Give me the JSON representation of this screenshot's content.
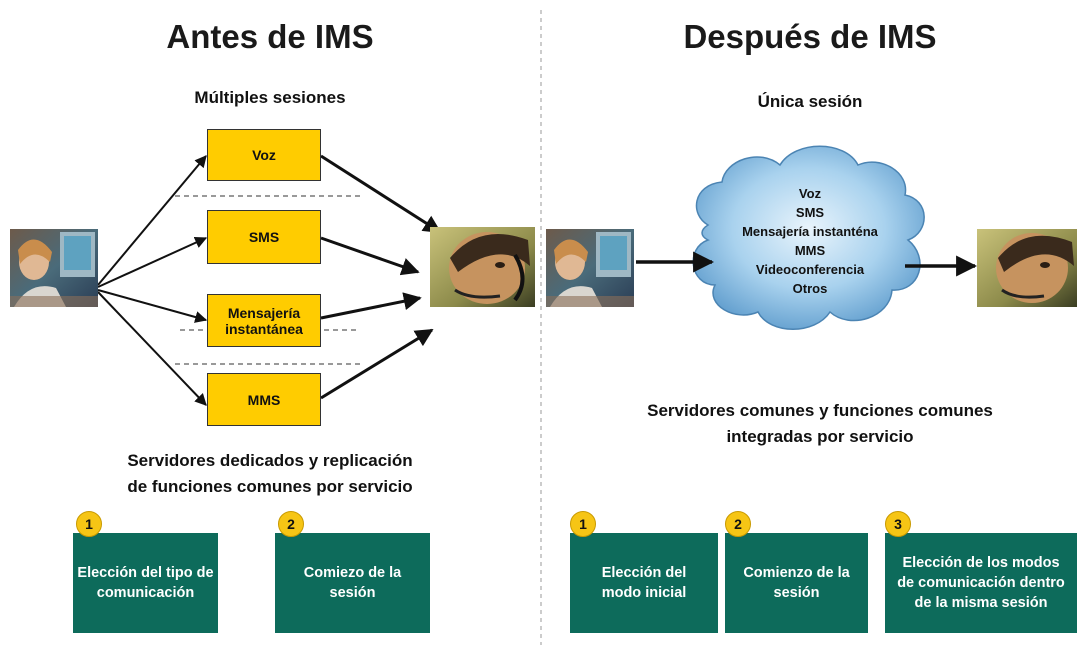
{
  "left": {
    "title": "Antes de IMS",
    "subtitle": "Múltiples sesiones",
    "services": [
      "Voz",
      "SMS",
      "Mensajería instantánea",
      "MMS"
    ],
    "caption_line1": "Servidores dedicados y replicación",
    "caption_line2": "de funciones comunes por servicio",
    "steps": [
      {
        "number": "1",
        "text": "Elección del tipo de comunicación"
      },
      {
        "number": "2",
        "text": "Comiezo de la sesión"
      }
    ]
  },
  "right": {
    "title": "Después de IMS",
    "subtitle": "Única sesión",
    "cloud_items": [
      "Voz",
      "SMS",
      "Mensajería instanténa",
      "MMS",
      "Videoconferencia",
      "Otros"
    ],
    "caption_line1": "Servidores comunes y funciones comunes",
    "caption_line2": "integradas por servicio",
    "steps": [
      {
        "number": "1",
        "text": "Elección del modo inicial"
      },
      {
        "number": "2",
        "text": "Comienzo de la sesión"
      },
      {
        "number": "3",
        "text": "Elección de los modos de comunicación dentro de la misma sesión"
      }
    ]
  },
  "colors": {
    "service_box": "#ffcc00",
    "step_box": "#0d6b5b",
    "badge": "#f6c515",
    "cloud": "#8fc3e6"
  },
  "icons": [
    "woman-user-photo",
    "man-headset-photo",
    "cloud-icon",
    "arrow-icon"
  ]
}
